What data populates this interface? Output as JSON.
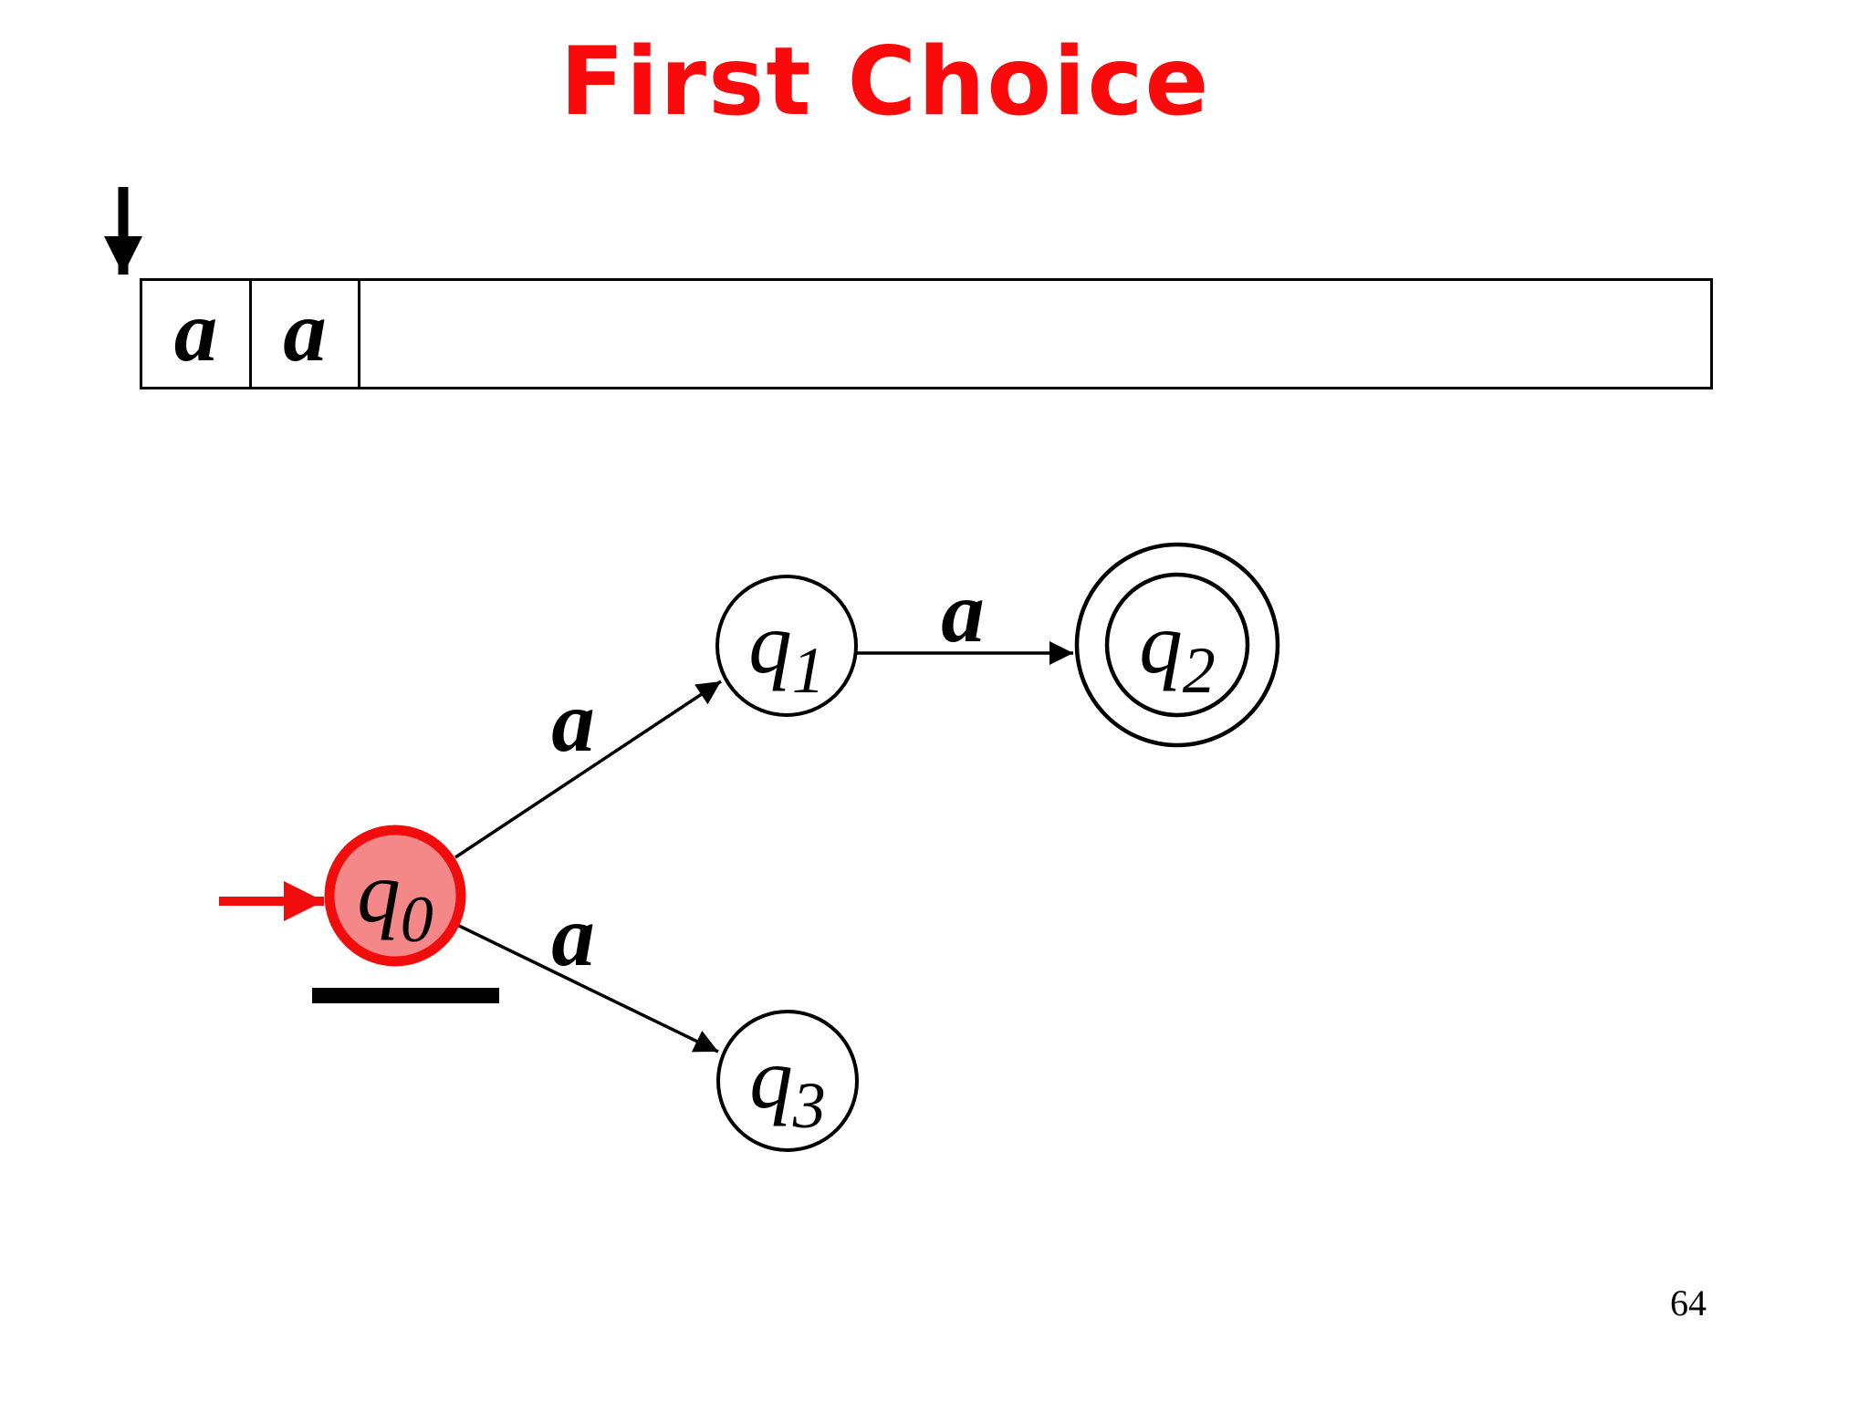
{
  "slide": {
    "title": "First Choice",
    "page_number": "64"
  },
  "tape": {
    "cells": [
      "a",
      "a",
      ""
    ],
    "head_cell_index": 0
  },
  "automaton": {
    "states": [
      {
        "name": "q",
        "sub": "0",
        "kind": "start-current-highlighted"
      },
      {
        "name": "q",
        "sub": "1",
        "kind": "normal"
      },
      {
        "name": "q",
        "sub": "2",
        "kind": "accepting"
      },
      {
        "name": "q",
        "sub": "3",
        "kind": "normal"
      }
    ],
    "transitions": [
      {
        "from": "q0",
        "to": "q1",
        "label": "a"
      },
      {
        "from": "q1",
        "to": "q2",
        "label": "a"
      },
      {
        "from": "q0",
        "to": "q3",
        "label": "a"
      }
    ]
  },
  "colors": {
    "title_red": "#FA0A0A",
    "highlight_border_red": "#F20D0D",
    "highlight_fill_pink": "#F48888",
    "start_arrow_red": "#F20D0D",
    "ink_black": "#000000",
    "background": "#FFFFFF"
  }
}
